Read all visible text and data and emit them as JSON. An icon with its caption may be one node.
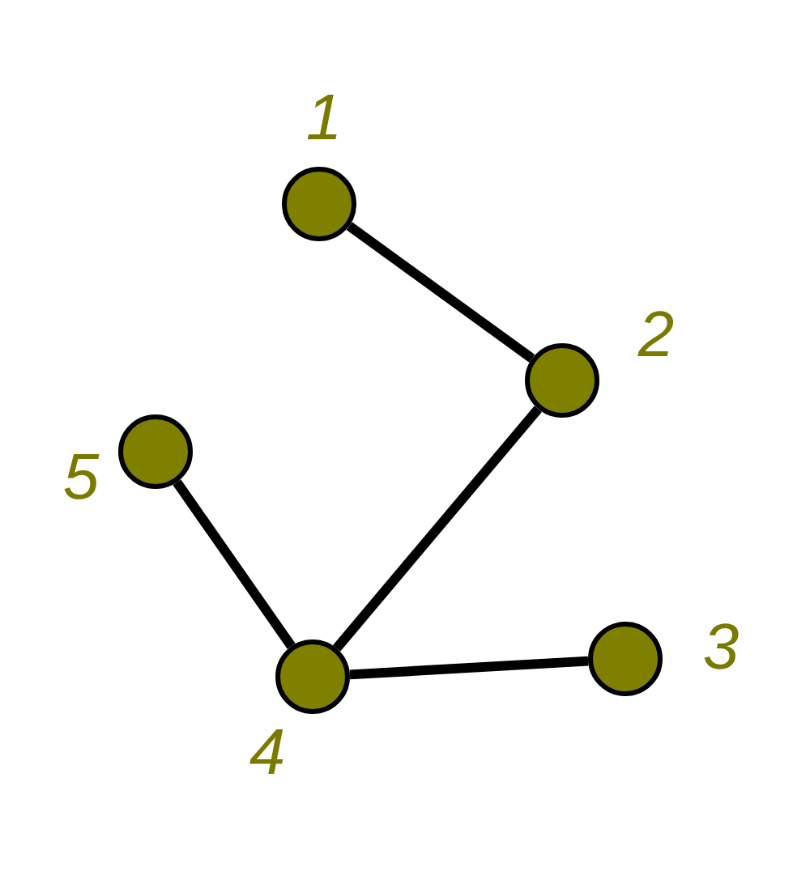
{
  "diagram": {
    "nodes": [
      {
        "text": [],
        "shape": "circle",
        "beside": [
          "1"
        ]
      },
      {
        "text": [],
        "shape": "circle",
        "beside": [
          "2"
        ]
      },
      {
        "text": [],
        "shape": "circle",
        "beside": [
          "3"
        ]
      },
      {
        "text": [],
        "shape": "circle",
        "beside": [
          "4"
        ]
      },
      {
        "text": [],
        "shape": "circle",
        "beside": [
          "5"
        ]
      }
    ],
    "edges": [
      {
        "from": 0,
        "to": 1,
        "arrow": "none"
      },
      {
        "from": 1,
        "to": 3,
        "arrow": "none"
      },
      {
        "from": 4,
        "to": 3,
        "arrow": "none"
      },
      {
        "from": 3,
        "to": 2,
        "arrow": "none"
      }
    ]
  }
}
